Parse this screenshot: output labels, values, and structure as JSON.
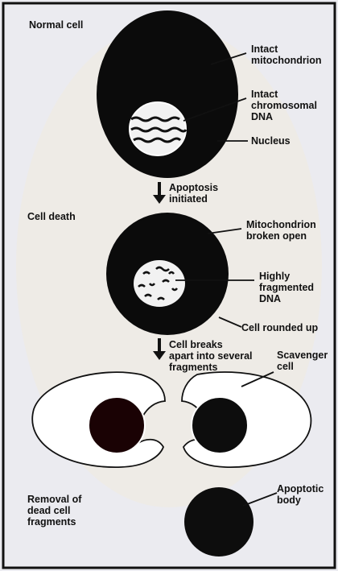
{
  "stages": {
    "normal": "Normal cell",
    "death": "Cell death",
    "removal": "Removal of\ndead cell\nfragments"
  },
  "transitions": {
    "apoptosis": "Apoptosis\ninitiated",
    "breaks": "Cell breaks\napart into several\nfragments"
  },
  "labels": {
    "intact_mito": "Intact\nmitochondrion",
    "intact_dna": "Intact\nchromosomal\nDNA",
    "nucleus": "Nucleus",
    "mito_broken": "Mitochondrion\nbroken open",
    "frag_dna": "Highly\nfragmented\nDNA",
    "rounded": "Cell rounded up",
    "scavenger": "Scavenger\ncell",
    "apoptotic": "Apoptotic\nbody"
  },
  "colors": {
    "cell_fill": "#0b0b0b",
    "nucleus_fill": "#f2f2f2",
    "scavenger_fill": "#ffffff",
    "fragment_left": "#1a0204",
    "fragment_right": "#0d0d0d",
    "frame": "#111111",
    "background": "#ebebf0"
  }
}
